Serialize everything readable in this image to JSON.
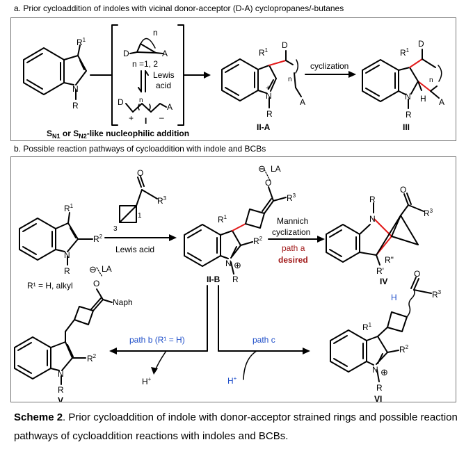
{
  "section_a": {
    "heading": "a. Prior cycloaddition of indoles with vicinal donor-acceptor (D-A) cyclopropanes/-butanes",
    "r1": "R",
    "sup1": "1",
    "N": "N",
    "R": "R",
    "D": "D",
    "A": "A",
    "n": "n",
    "n_eq": "n =1, 2",
    "lewis": "Lewis",
    "acid": "acid",
    "plus": "+",
    "minus": "–",
    "I": "I",
    "IIA": "II-A",
    "III": "III",
    "H": "H",
    "cyclization": "cyclization",
    "sn_S": "S",
    "sn_N1": "N",
    "sn_one": "1",
    "sn_or": " or S",
    "sn_N2": "N",
    "sn_two": "2",
    "sn_rest": "-like nucleophilic addition"
  },
  "section_b": {
    "heading": "b. Possible reaction pathways of cycloaddition with indole and BCBs",
    "R": "R",
    "sup1": "1",
    "sup2": "2",
    "sup3": "3",
    "N": "N",
    "O": "O",
    "LA": "LA",
    "lewis_acid": "Lewis acid",
    "r1_note": "R¹ = H, alkyl",
    "naph": "Naph",
    "label_1": "1",
    "label_3": "3",
    "IIB": "II-B",
    "mannich": "Mannich",
    "cyclization": "cyclization",
    "path_a": "path a",
    "desired": "desired",
    "Rprime": "R'",
    "R2prime": "R\"",
    "IV": "IV",
    "V": "V",
    "VI": "VI",
    "path_b": "path b (R¹ = H)",
    "path_c": "path c",
    "H": "H",
    "Hplus": "H",
    "plus": "+"
  },
  "caption": {
    "bold": "Scheme 2",
    "text": ". Prior cycloaddition of indole with donor-acceptor strained rings and possible reaction pathways of cycloaddition reactions with indoles and BCBs."
  },
  "colors": {
    "red_bond": "#e21a1a",
    "dark_red": "#a01818",
    "blue": "#1f4fc9",
    "frame": "#777777"
  }
}
